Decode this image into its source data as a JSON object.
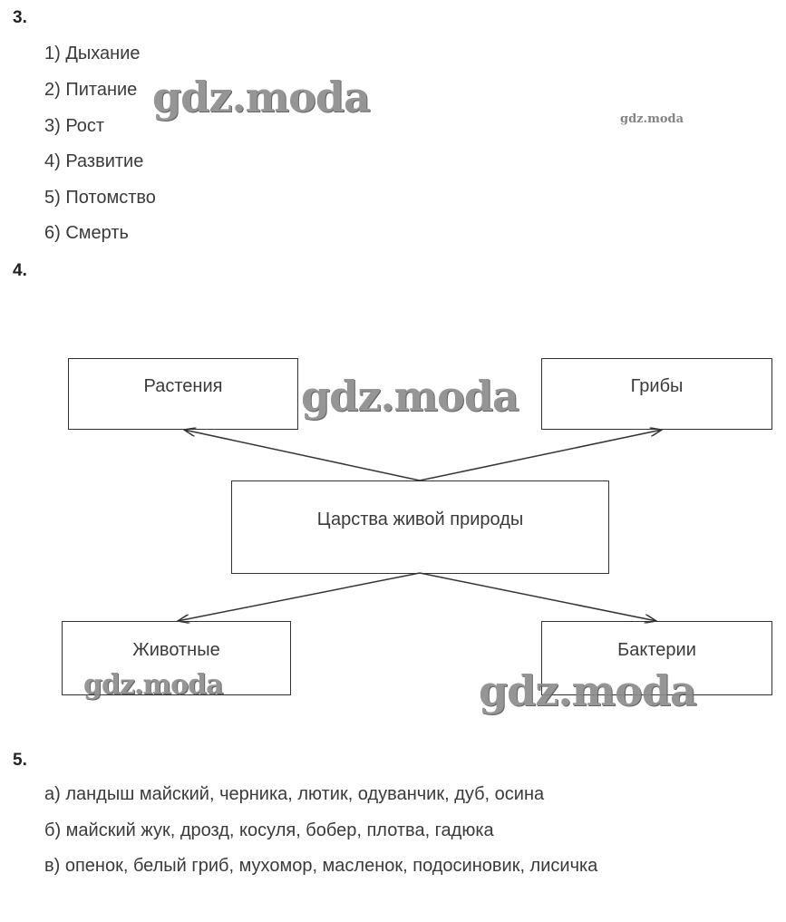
{
  "task3": {
    "number": "3.",
    "items": [
      "1) Дыхание",
      "2) Питание",
      "3) Рост",
      "4) Развитие",
      "5) Потомство",
      "6) Смерть"
    ]
  },
  "task4": {
    "number": "4.",
    "diagram": {
      "center": "Царства живой природы",
      "top_left": "Растения",
      "top_right": "Грибы",
      "bottom_left": "Животные",
      "bottom_right": "Бактерии"
    }
  },
  "task5": {
    "number": "5.",
    "items": [
      "а) ландыш майский, черника, лютик, одуванчик, дуб, осина",
      "б) майский жук, дрозд, косуля, бобер, плотва, гадюка",
      "в) опенок, белый гриб, мухомор, масленок, подосиновик, лисичка"
    ]
  },
  "watermark": "gdz.moda"
}
